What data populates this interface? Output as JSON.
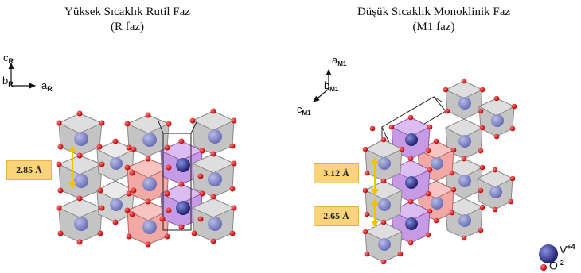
{
  "left_title": {
    "line1": "Yüksek Sıcaklık Rutil Faz",
    "line2": "(R faz)"
  },
  "right_title": {
    "line1": "Düşük Sıcaklık Monoklinik Faz",
    "line2": "(M1 faz)"
  },
  "left_axes": {
    "c": "c",
    "c_sub": "R",
    "b": "b",
    "b_sub": "R",
    "a": "a",
    "a_sub": "R"
  },
  "right_axes": {
    "a": "a",
    "a_sub": "M1",
    "b": "b",
    "b_sub": "M1",
    "c": "c",
    "c_sub": "M1"
  },
  "distances": {
    "r_phase": "2.85 Å",
    "m1_long": "3.12 Å",
    "m1_short": "2.65 Å"
  },
  "legend": {
    "v_label": "V",
    "v_charge": "+4",
    "o_label": "O",
    "o_charge": "-2"
  },
  "colors": {
    "octahedron_gray": "#b9b9b9",
    "octahedron_red": "#f2a8a4",
    "octahedron_purple": "#c79ae6",
    "vanadium": "#2b2f8f",
    "oxygen": "#e01414",
    "distance_box": "#fbd37a",
    "distance_arrow": "#f2c200"
  }
}
